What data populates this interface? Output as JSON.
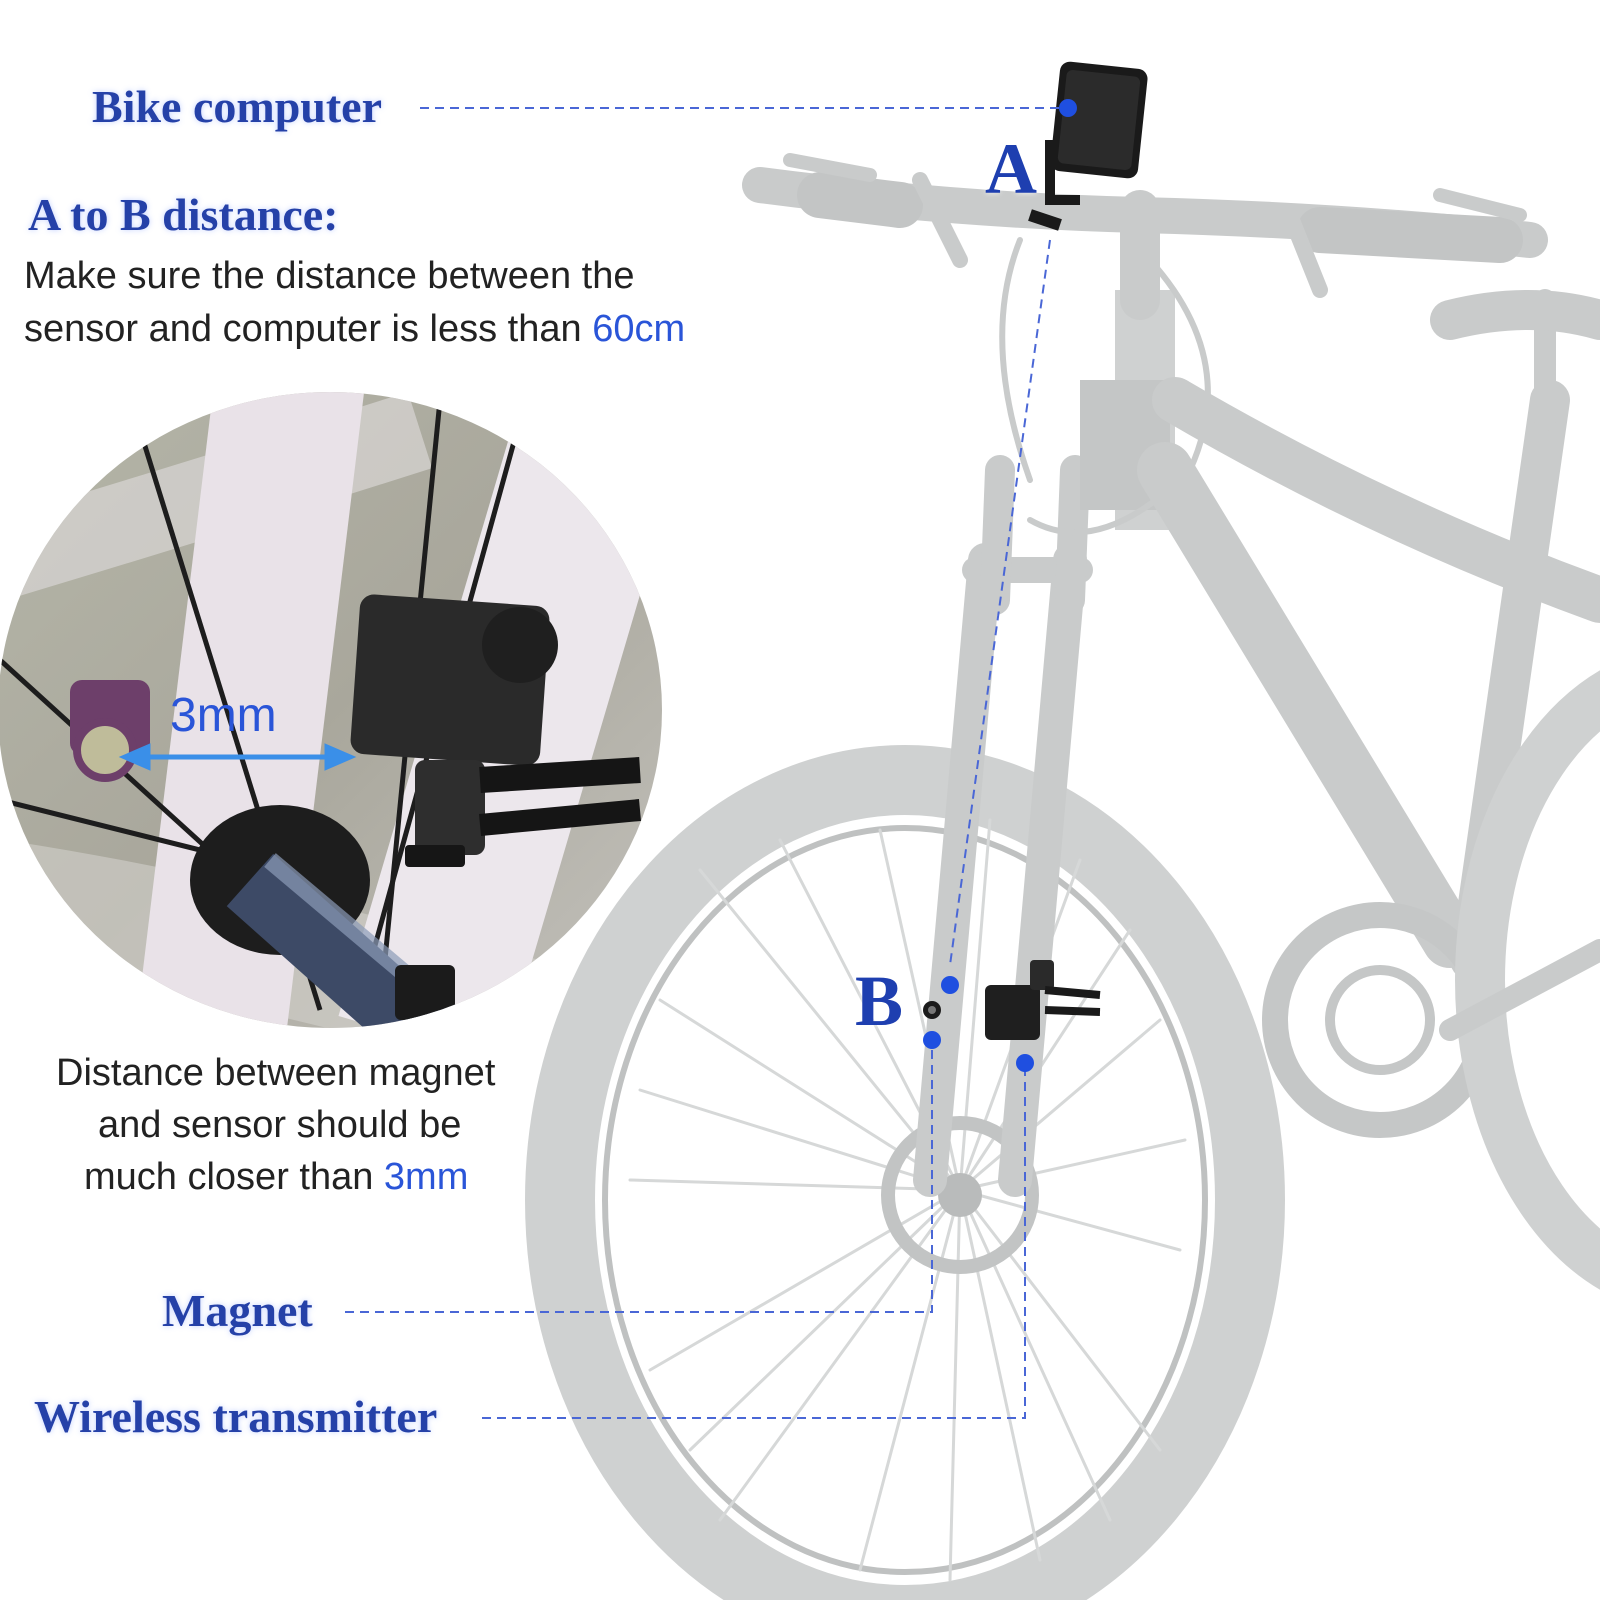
{
  "labels": {
    "bike_computer": "Bike computer",
    "a_to_b_title": "A to B distance:",
    "a_to_b_line1": "Make sure the distance between the",
    "a_to_b_line2_prefix": "sensor and computer is less than ",
    "a_to_b_value": "60cm",
    "inset_gap": "3mm",
    "magnet_note_line1": "Distance between magnet",
    "magnet_note_line2": "and sensor should be",
    "magnet_note_line3_prefix": "much closer than ",
    "magnet_note_value": "3mm",
    "point_a": "A",
    "point_b": "B",
    "magnet": "Magnet",
    "wireless_transmitter": "Wireless transmitter"
  },
  "colors": {
    "label_blue": "#2541a8",
    "accent_blue": "#2a55d8",
    "leader_line": "#4a67d6",
    "dot": "#1f4fe0",
    "bike_gray": "#c9cbcb",
    "device_black": "#1a1a1a"
  }
}
